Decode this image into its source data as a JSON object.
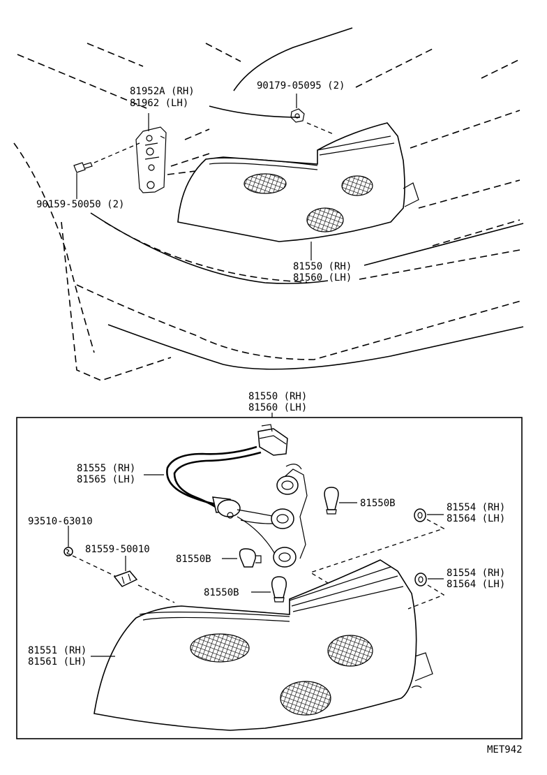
{
  "labels": {
    "bracket_rh": "81952A (RH)",
    "bracket_lh": "81962  (LH)",
    "nut_part": "90179-05095 (2)",
    "screw_part": "90159-50050 (2)",
    "lamp_top_rh": "81550 (RH)",
    "lamp_top_lh": "81560 (LH)",
    "box_lamp_rh": "81550 (RH)",
    "box_lamp_lh": "81560 (LH)",
    "socket_rh": "81555 (RH)",
    "socket_lh": "81565 (LH)",
    "bulb_a": "81550B",
    "bulb_b": "81550B",
    "bulb_c": "81550B",
    "clip_part": "93510-63010",
    "holder_part": "81559-50010",
    "gasket1_rh": "81554 (RH)",
    "gasket1_lh": "81564 (LH)",
    "gasket2_rh": "81554 (RH)",
    "gasket2_lh": "81564 (LH)",
    "lens_rh": "81551 (RH)",
    "lens_lh": "81561 (LH)",
    "diagram_code": "MET942"
  }
}
